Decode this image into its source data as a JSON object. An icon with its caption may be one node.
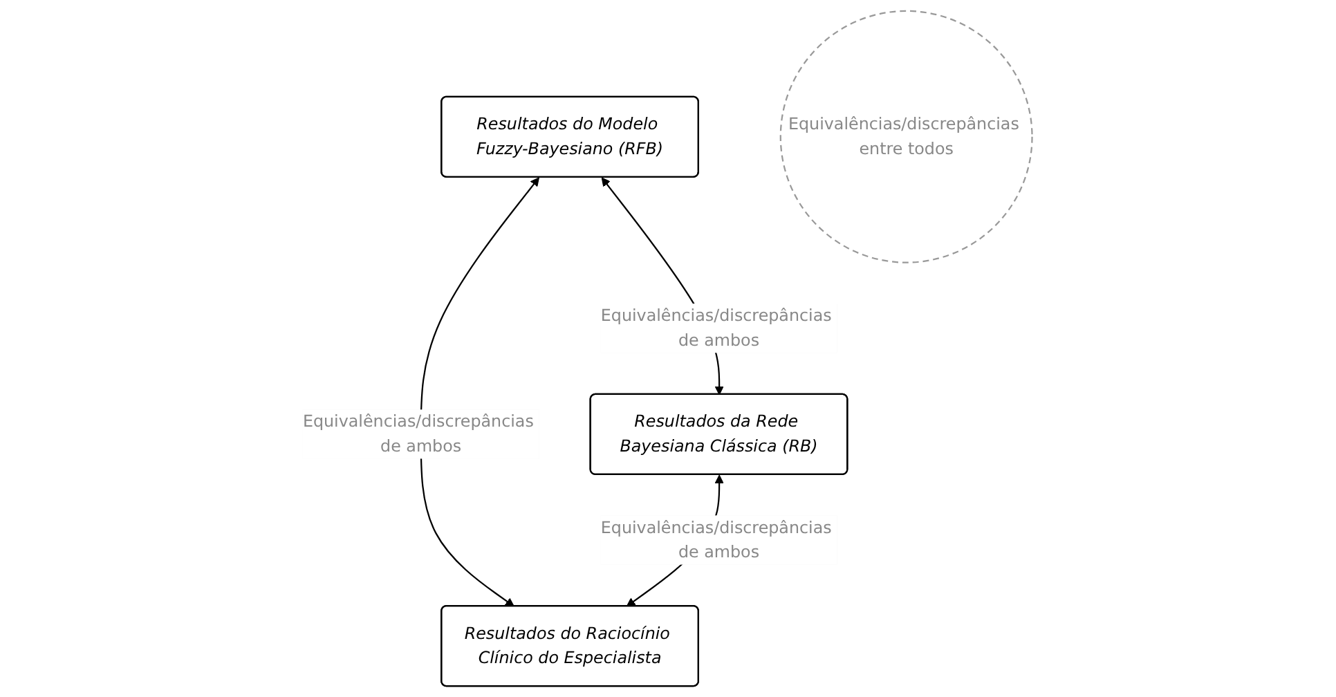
{
  "diagram": {
    "nodes": [
      {
        "text": [
          "Resultados do Modelo Fuzzy-Bayesiano (RFB)"
        ]
      },
      {
        "text": [
          "Resultados da Rede Bayesiana Clássica (RB)"
        ]
      },
      {
        "text": [
          "Resultados do Raciocínio Clínico do Especialista"
        ]
      },
      {
        "text": [
          "Equivalências/discrepâncias entre todos"
        ]
      }
    ],
    "edges": [
      {
        "from": 0,
        "to": 1,
        "arrow": "both",
        "label": "Equivalências/discrepâncias de ambos"
      },
      {
        "from": 0,
        "to": 2,
        "arrow": "both",
        "label": "Equivalências/discrepâncias de ambos"
      },
      {
        "from": 1,
        "to": 2,
        "arrow": "both",
        "label": "Equivalências/discrepâncias de ambos"
      }
    ]
  }
}
